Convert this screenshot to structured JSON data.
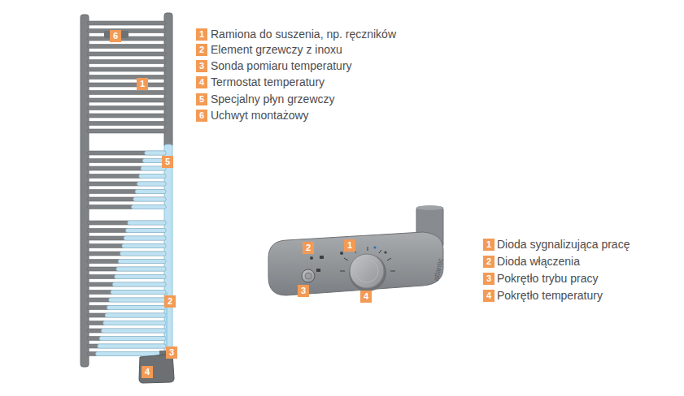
{
  "diagram": {
    "labels": [
      "1",
      "Ramiona do suszenia, np. ręczników",
      "2",
      "Element grzewczy z inoxu",
      "3",
      "Sonda pomiaru temperatury",
      "4",
      "Termostat temperatury",
      "5",
      "Specjalny płyn grzewczy",
      "6",
      "Uchwyt montażowy",
      "6",
      "1",
      "5",
      "2",
      "3",
      "4",
      "2",
      "1",
      "3",
      "4",
      "atlantic",
      "1",
      "Dioda sygnalizująca pracę",
      "2",
      "Dioda włączenia",
      "3",
      "Pokrętło trybu pracy",
      "4",
      "Pokrętło temperatury"
    ]
  }
}
